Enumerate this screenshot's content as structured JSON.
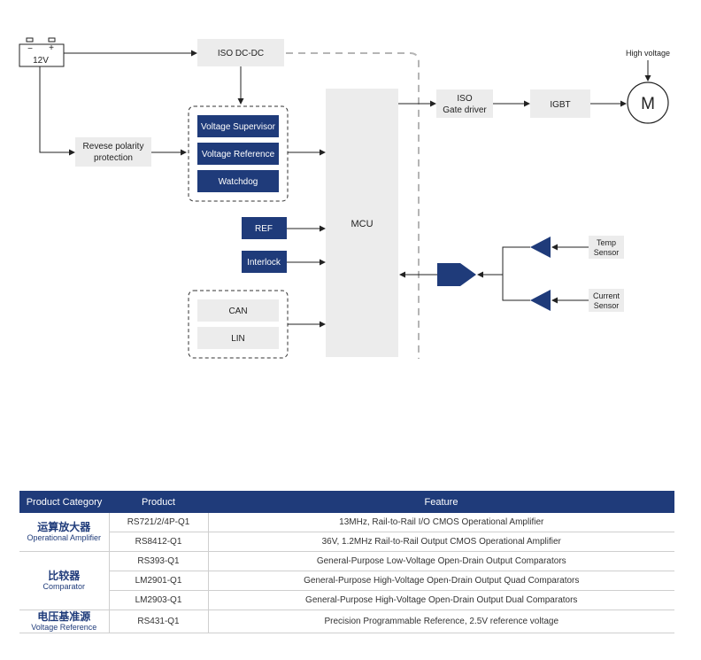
{
  "diagram": {
    "battery_voltage": "12V",
    "battery_minus": "−",
    "battery_plus": "+",
    "iso_dcdc": "ISO DC-DC",
    "reverse_polarity": [
      "Revese polarity",
      "protection"
    ],
    "voltage_supervisor": "Voltage Supervisor",
    "voltage_reference": "Voltage Reference",
    "watchdog": "Watchdog",
    "ref": "REF",
    "interlock": "Interlock",
    "can": "CAN",
    "lin": "LIN",
    "mcu": "MCU",
    "iso_gate_driver": [
      "ISO",
      "Gate driver"
    ],
    "igbt": "IGBT",
    "motor": "M",
    "high_voltage": "High voltage",
    "temp_sensor": [
      "Temp",
      "Sensor"
    ],
    "current_sensor": [
      "Current",
      "Sensor"
    ]
  },
  "table": {
    "headers": [
      "Product Category",
      "Product",
      "Feature"
    ],
    "groups": [
      {
        "category_cn": "运算放大器",
        "category_en": "Operational Amplifier",
        "rows": [
          {
            "product": "RS721/2/4P-Q1",
            "feature": "13MHz, Rail-to-Rail I/O CMOS Operational Amplifier"
          },
          {
            "product": "RS8412-Q1",
            "feature": "36V, 1.2MHz Rail-to-Rail Output CMOS Operational Amplifier"
          }
        ]
      },
      {
        "category_cn": "比较器",
        "category_en": "Comparator",
        "rows": [
          {
            "product": "RS393-Q1",
            "feature": "General-Purpose Low-Voltage Open-Drain  Output Comparators"
          },
          {
            "product": "LM2901-Q1",
            "feature": "General-Purpose High-Voltage Open-Drain Output Quad Comparators"
          },
          {
            "product": "LM2903-Q1",
            "feature": "General-Purpose High-Voltage Open-Drain Output Dual Comparators"
          }
        ]
      },
      {
        "category_cn": "电压基准源",
        "category_en": "Voltage Reference",
        "rows": [
          {
            "product": "RS431-Q1",
            "feature": "Precision Programmable Reference, 2.5V reference voltage"
          }
        ]
      }
    ]
  }
}
